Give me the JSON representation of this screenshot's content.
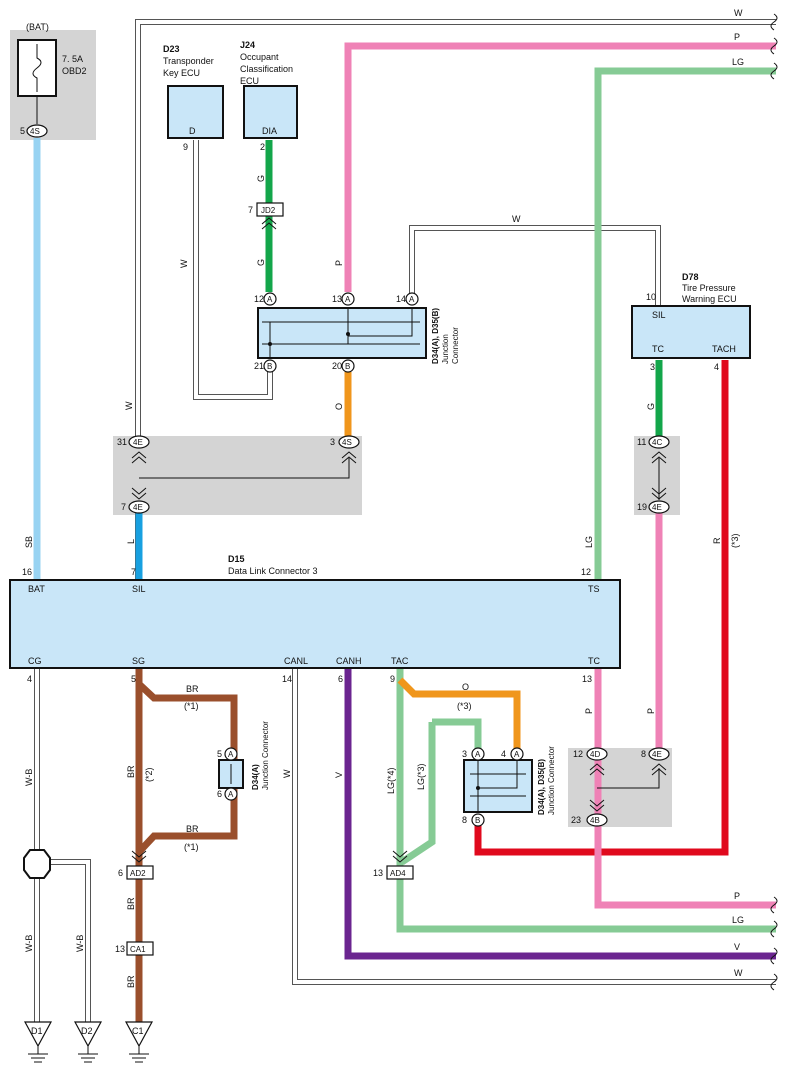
{
  "colors": {
    "white": "#ffffff",
    "pink": "#ef82b6",
    "light_green": "#86cb95",
    "green": "#13a64a",
    "sky_blue": "#98d3f2",
    "blue": "#18a0e0",
    "orange": "#f0961c",
    "brown": "#9a4f2c",
    "violet": "#6b2590",
    "red": "#e0091d",
    "box_fill": "#c9e6f8",
    "shade": "#d4d4d4"
  },
  "components": {
    "bat_fuse": {
      "source": "(BAT)",
      "rating": "7. 5A",
      "name": "OBD2"
    },
    "d23": {
      "code": "D23",
      "name_line1": "Transponder",
      "name_line2": "Key ECU",
      "pin_label": "D",
      "pin_no": "9"
    },
    "j24": {
      "code": "J24",
      "name_line1": "Occupant",
      "name_line2": "Classification",
      "name_line3": "ECU",
      "pin_label": "DIA",
      "pin_no": "2"
    },
    "d78": {
      "code": "D78",
      "name_line1": "Tire Pressure",
      "name_line2": "Warning ECU",
      "pin_sil": "SIL",
      "pin_sil_no": "10",
      "pin_tc": "TC",
      "pin_tc_no": "3",
      "pin_tach": "TACH",
      "pin_tach_no": "4"
    },
    "d15": {
      "code": "D15",
      "name": "Data Link Connector 3",
      "top_pins": [
        {
          "label": "BAT",
          "no": "16"
        },
        {
          "label": "SIL",
          "no": "7"
        },
        {
          "label": "TS",
          "no": "12"
        }
      ],
      "bottom_pins": [
        {
          "label": "CG",
          "no": "4"
        },
        {
          "label": "SG",
          "no": "5"
        },
        {
          "label": "CANL",
          "no": "14"
        },
        {
          "label": "CANH",
          "no": "6"
        },
        {
          "label": "TAC",
          "no": "9"
        },
        {
          "label": "TC",
          "no": "13"
        }
      ]
    },
    "jc_top": {
      "ref": "D34(A), D35(B)",
      "name": "Junction",
      "name2": "Connector",
      "pins": [
        {
          "no": "12",
          "l": "A"
        },
        {
          "no": "13",
          "l": "A"
        },
        {
          "no": "14",
          "l": "A"
        },
        {
          "no": "21",
          "l": "B"
        },
        {
          "no": "20",
          "l": "B"
        }
      ]
    },
    "jc_mid": {
      "ref": "D34(A)",
      "name": "Junction Connector",
      "pins": [
        {
          "no": "5",
          "l": "A"
        },
        {
          "no": "6",
          "l": "A"
        }
      ]
    },
    "jc_bot": {
      "ref": "D34(A), D35(B)",
      "name": "Junction Connector",
      "pins": [
        {
          "no": "3",
          "l": "A"
        },
        {
          "no": "4",
          "l": "A"
        },
        {
          "no": "8",
          "l": "B"
        }
      ]
    }
  },
  "connectors": {
    "c4s_top": {
      "no": "5",
      "code": "4S"
    },
    "jd2": {
      "no": "7",
      "code": "JD2"
    },
    "c4e_31": {
      "no": "31",
      "code": "4E"
    },
    "c4s_3": {
      "no": "3",
      "code": "4S"
    },
    "c4e_7": {
      "no": "7",
      "code": "4E"
    },
    "c4c_11": {
      "no": "11",
      "code": "4C"
    },
    "c4e_19": {
      "no": "19",
      "code": "4E"
    },
    "c4d_12": {
      "no": "12",
      "code": "4D"
    },
    "c4e_8": {
      "no": "8",
      "code": "4E"
    },
    "c4b_23": {
      "no": "23",
      "code": "4B"
    },
    "ad2": {
      "no": "6",
      "code": "AD2"
    },
    "ca1": {
      "no": "13",
      "code": "CA1"
    },
    "ad4": {
      "no": "13",
      "code": "AD4"
    }
  },
  "grounds": {
    "d1": "D1",
    "d2": "D2",
    "c1": "C1"
  },
  "wire_labels": {
    "w": "W",
    "p": "P",
    "lg": "LG",
    "g": "G",
    "o": "O",
    "sb": "SB",
    "l": "L",
    "r": "R",
    "br": "BR",
    "v": "V",
    "wb": "W-B",
    "star1": "(*1)",
    "star2": "(*2)",
    "star3": "(*3)",
    "lg_star4": "LG(*4)",
    "lg_star3": "LG(*3)"
  }
}
